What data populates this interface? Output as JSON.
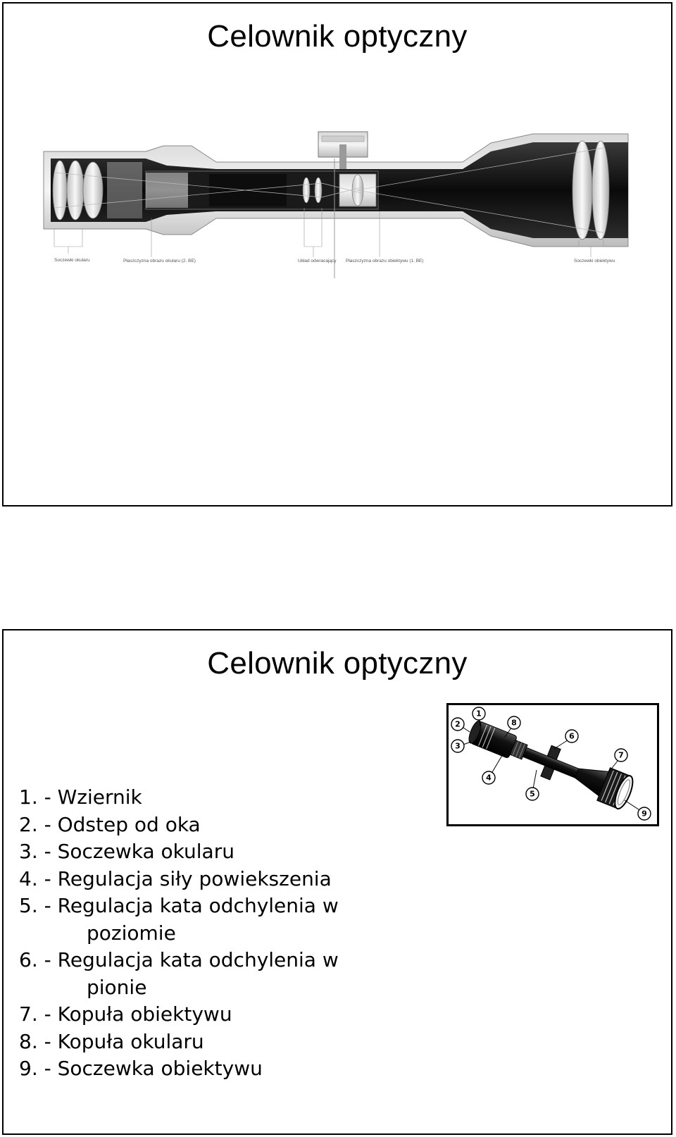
{
  "slides": [
    {
      "title": "Celownik optyczny",
      "diagram": {
        "icon": "riflescope-cross-section-diagram",
        "callouts": [
          "Soczewki okularu",
          "Płaszczyzna obrazu okularu (2. BE)",
          "Układ odwracający",
          "Płaszczyzna obrazu obiektywu (1. BE)",
          "Soczewki obiektywu"
        ]
      }
    },
    {
      "title": "Celownik optyczny",
      "legend": [
        {
          "line1": "1. - Wziernik"
        },
        {
          "line1": "2. - Odstep od oka"
        },
        {
          "line1": "3. - Soczewka okularu"
        },
        {
          "line1": "4. - Regulacja siły powiekszenia"
        },
        {
          "line1": "5. - Regulacja kata odchylenia w",
          "line2": "poziomie"
        },
        {
          "line1": "6. - Regulacja kata odchylenia w",
          "line2": "pionie"
        },
        {
          "line1": "7. - Kopuła obiektywu"
        },
        {
          "line1": "8. - Kopuła okularu"
        },
        {
          "line1": "9. - Soczewka obiektywu"
        }
      ],
      "diagram": {
        "icon": "riflescope-exterior-diagram",
        "markers": [
          "1",
          "2",
          "3",
          "4",
          "5",
          "6",
          "7",
          "8",
          "9"
        ]
      }
    }
  ]
}
